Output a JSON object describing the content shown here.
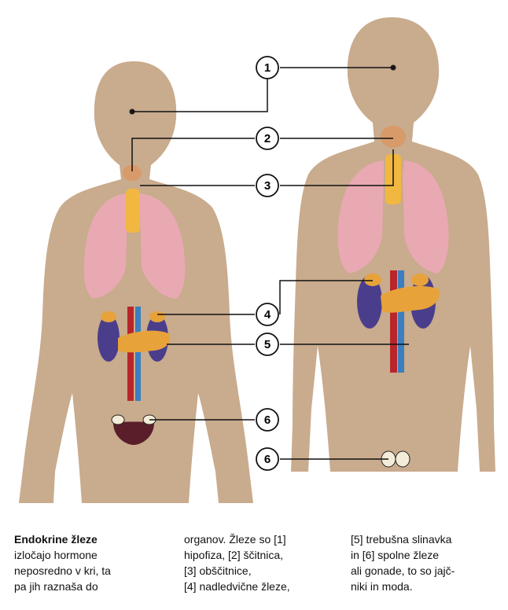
{
  "diagram": {
    "callouts": [
      "1",
      "2",
      "3",
      "4",
      "5",
      "6",
      "6"
    ]
  },
  "caption": {
    "col1_heading": "Endokrine žleze",
    "col1_text": "izločajo hormone\nneposredno v kri, ta\npa jih raznaša do",
    "col2_text": "organov. Žleze so [1]\nhipofiza, [2] ščitnica,\n[3] obščitnice,\n[4] nadledvične žleze,",
    "col3_text": "[5] trebušna slinavka\nin [6] spolne žleze\nali gonade, to so jajč-\nniki in moda."
  },
  "colors": {
    "skin": "#c9ab8d",
    "lung": "#e8a9b2",
    "trachea": "#f2b740",
    "gland": "#e7a33a",
    "kidney": "#4a3e8c",
    "artery": "#b8262a",
    "vein": "#3b7fc0",
    "uterus": "#5a1e2a",
    "line": "#111111"
  }
}
